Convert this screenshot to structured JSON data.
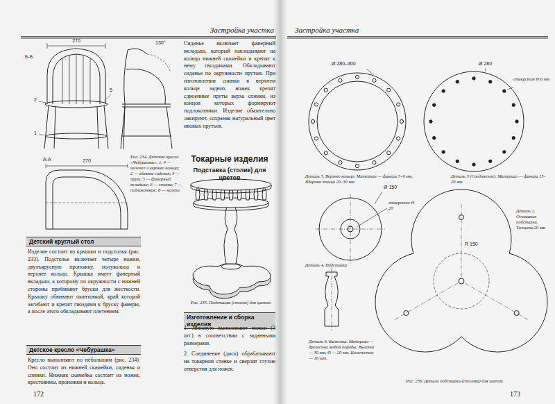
{
  "diagram": {
    "nodes": [
      {
        "text": [
          "Детский круглый стол"
        ]
      },
      {
        "text": [
          "Детское кресло «Чебурашка»"
        ]
      },
      {
        "text": [
          "Изготовление и сборка изделия"
        ]
      }
    ],
    "labels": [
      "Застройка участка",
      "Застройка участка",
      "Б-Б",
      "270",
      "130°",
      "1",
      "2",
      "5",
      "А-А",
      "270",
      "Рис. 234. Детское кресло «Чебурашка»: 1, 4 — нижнее и верхнее кольца; 2 — обвязка сиденья; 3 — прут; 5 — фанерный вкладыш; 6 — спинка; 7 — подлокотник; 8 — ножки",
      "Сиденье включает фанерный вкладыш, который накладывают на кольцо нижней скамейки и крепят к нему гвоздиками. Обкладывают сиденье по окружности прутом. При изготовлении спинки в верхнем кольце задних ножек крепят сдвоенные пруты верха спинки, из концов которых формируют подлокотники. Изделие обязательно лакируют, сохраняя натуральный цвет ивовых прутьев.",
      "Токарные изделия",
      "Подставка (столик) для цветов",
      "Рис. 235. Подставка (столик) для цветов",
      "Изделие состоит из крышки и подстолья (рис. 233). Подстолье включает четыре ножки, двухъярусную проножку, полукольцо и верхнее кольцо. Крышка имеет фанерный вкладыш, к которому по окружности с нижней стороны прибивают бруски для жесткости. Крышку обвивают окантовкой, край которой загибают и крепят гвоздями к бруску фанеры, а после этого обкладывают плетением.",
      "Кресло выполняют по небольшим (рис. 234). Оно состоит из нижней скамейки, сиденья и спинки. Нижняя скамейка состоит из ножек, крестовины, проножки и кольца.",
      "1. Липовую выпиливают ножки (3 шт.) в соответствии с заданными размерами.",
      "2. Соединение (диск) обрабатывают на токарном станке и сверлят глухие отверстия для ножек.",
      "172",
      "Ø 280–300",
      "Ø 280",
      "отверстия Ø 6 мм",
      "Деталь 3. Верхнее кольцо. Материал — фанера 5–6 мм. Ширина кольца 20–30 мм",
      "Деталь 5 (Соединение). Материал — фанера 15–20 мм",
      "Ø 150",
      "отверстие Ø 20",
      "Деталь 4. Подставка",
      "Деталь 2. Основание подставки. Толщина 20 мм",
      "R 150",
      "Деталь 6. Балясина. Материал — древесина любой породы. Высота — 30 мм, Ø — 20 мм. Количество — 16 шт.",
      "Рис. 236. Детали подставки (столика) для цветов",
      "173"
    ]
  }
}
